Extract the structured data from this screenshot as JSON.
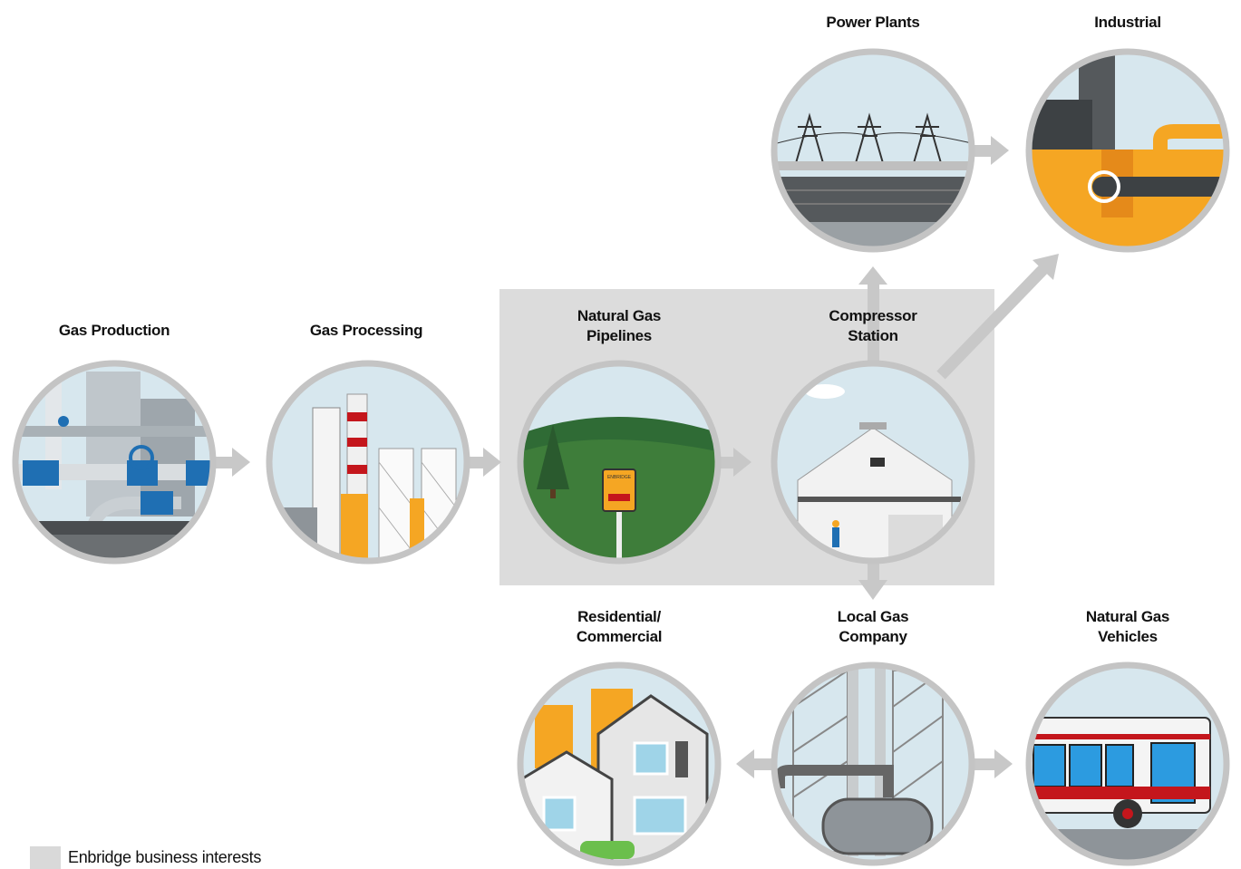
{
  "nodes": {
    "gas_production": {
      "title": "Gas Production"
    },
    "gas_processing": {
      "title": "Gas Processing"
    },
    "pipelines": {
      "line1": "Natural Gas",
      "line2": "Pipelines"
    },
    "compressor": {
      "line1": "Compressor",
      "line2": "Station"
    },
    "power_plants": {
      "title": "Power Plants"
    },
    "industrial": {
      "title": "Industrial"
    },
    "residential": {
      "line1": "Residential/",
      "line2": "Commercial"
    },
    "local_gas": {
      "line1": "Local Gas",
      "line2": "Company"
    },
    "ngv": {
      "line1": "Natural Gas",
      "line2": "Vehicles"
    }
  },
  "sign_text": "ENBRIDGE",
  "legend": {
    "label": "Enbridge business interests"
  },
  "colors": {
    "ring": "#c4c4c4",
    "arrow": "#c8c8c8",
    "highlight": "#dcdcdc",
    "sky": "#d7e7ee",
    "blue": "#1f6fb3",
    "orange": "#f5a623",
    "red": "#c4161c"
  }
}
